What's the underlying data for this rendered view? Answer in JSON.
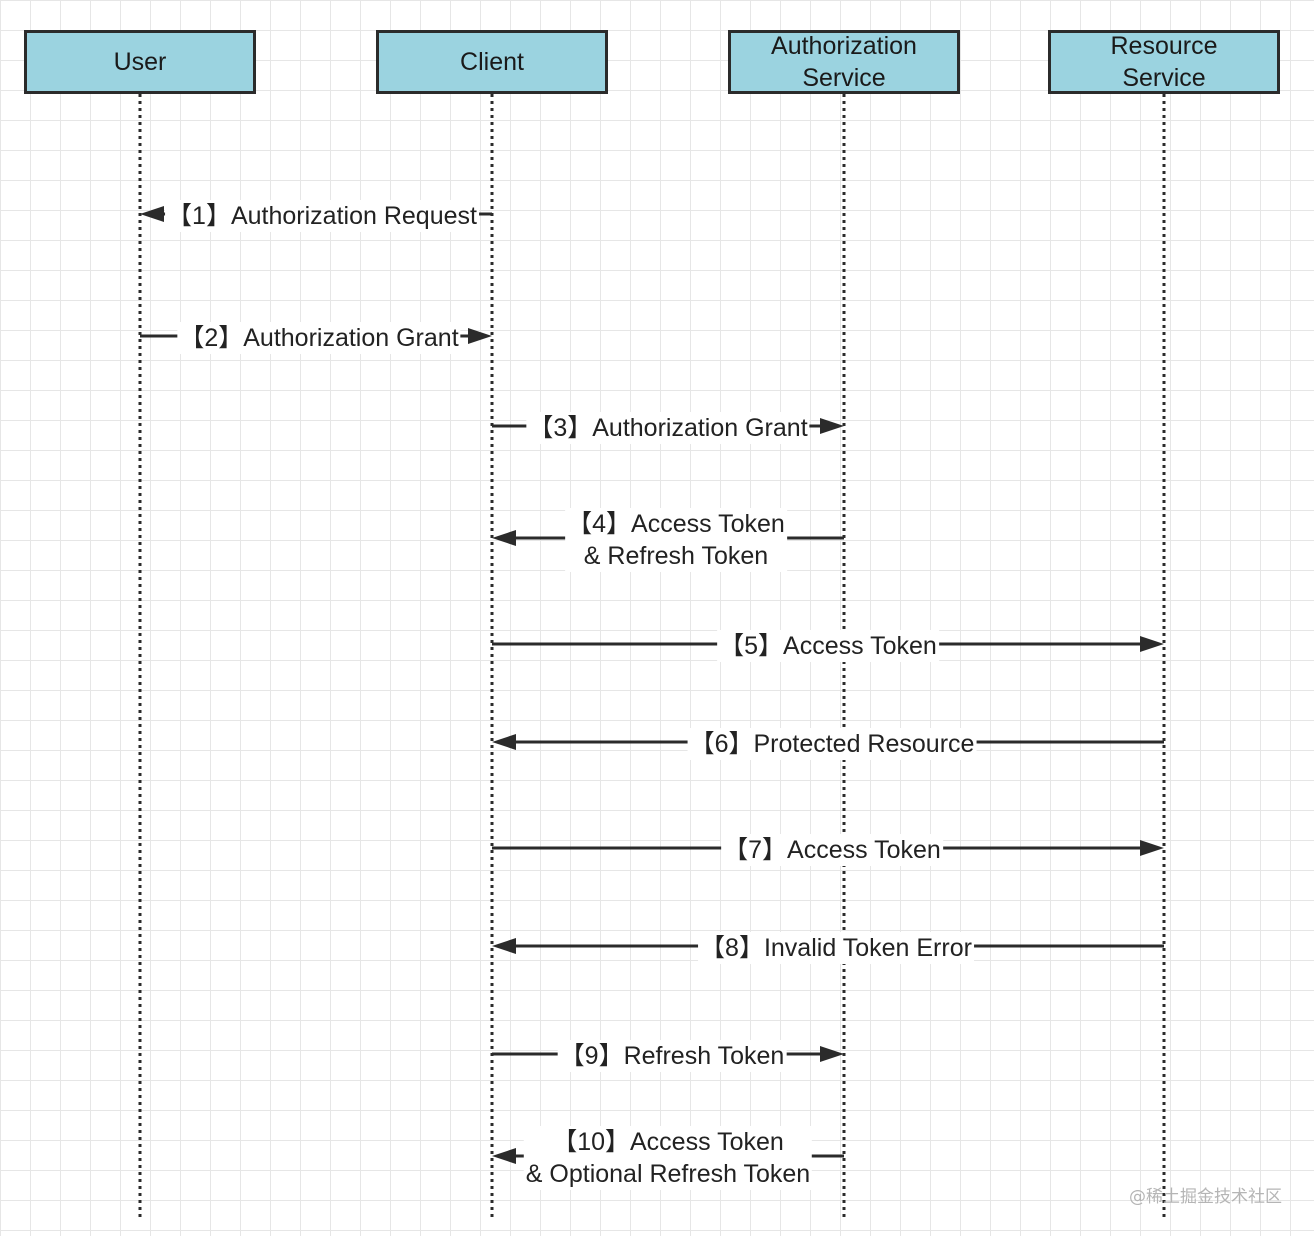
{
  "actors": [
    {
      "id": "user",
      "label": "User"
    },
    {
      "id": "client",
      "label": "Client"
    },
    {
      "id": "auth",
      "label": "Authorization\nService"
    },
    {
      "id": "resource",
      "label": "Resource\nService"
    }
  ],
  "messages": [
    {
      "label": "【1】Authorization Request",
      "from": "client",
      "to": "user"
    },
    {
      "label": "【2】Authorization Grant",
      "from": "user",
      "to": "client"
    },
    {
      "label": "【3】Authorization Grant",
      "from": "client",
      "to": "auth"
    },
    {
      "label": "【4】Access Token\n& Refresh Token",
      "from": "auth",
      "to": "client"
    },
    {
      "label": "【5】Access Token",
      "from": "client",
      "to": "resource"
    },
    {
      "label": "【6】Protected Resource",
      "from": "resource",
      "to": "client"
    },
    {
      "label": "【7】Access Token",
      "from": "client",
      "to": "resource"
    },
    {
      "label": "【8】Invalid Token Error",
      "from": "resource",
      "to": "client"
    },
    {
      "label": "【9】Refresh Token",
      "from": "client",
      "to": "auth"
    },
    {
      "label": "【10】Access Token\n& Optional Refresh Token",
      "from": "auth",
      "to": "client"
    }
  ],
  "watermark": "@稀土掘金技术社区",
  "colors": {
    "actor_fill": "#9bd3e0",
    "line": "#2b2b2b",
    "grid": "#e6e6e6"
  }
}
